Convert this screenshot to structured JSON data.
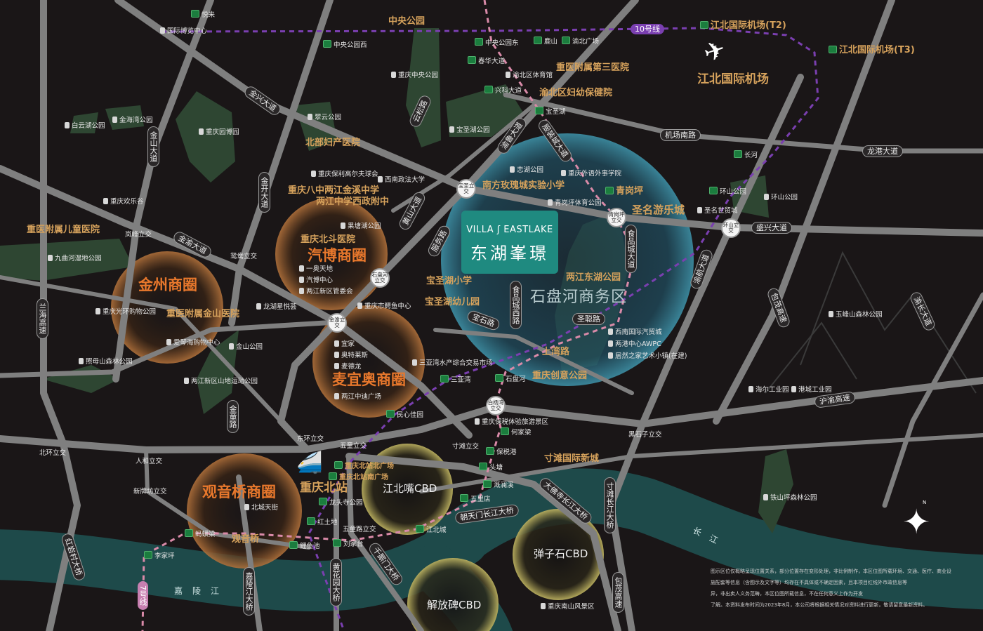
{
  "project": {
    "brand_left": "VILLA",
    "brand_right": "EASTLAKE",
    "name": "东湖峯璟"
  },
  "metro_lines": {
    "line10": "10号线",
    "line7": "7号线"
  },
  "business_circles": [
    "金州商圈",
    "汽博商圈",
    "麦宜奥商圈",
    "观音桥商圈"
  ],
  "cbd": [
    "江北嘴CBD",
    "弹子石CBD",
    "解放碑CBD"
  ],
  "business_district": "石盘河商务区",
  "landmarks": [
    "中央公园",
    "重医附属第三医院",
    "渝北区妇幼保健院",
    "北部妇产医院",
    "重庆八中两江金溪中学",
    "两江中学西政附中",
    "南方玫瑰城实验小学",
    "青岗坪",
    "圣名游乐城",
    "江北国际机场",
    "江北国际机场(T2)",
    "江北国际机场(T3)",
    "重医附属儿童医院",
    "重庆北斗医院",
    "宝圣湖小学",
    "宝圣湖幼儿园",
    "两江东湖公园",
    "重医附属金山医院",
    "上湾路",
    "重庆创意公园",
    "寸滩国际新城",
    "重庆北站",
    "重庆北站北广场",
    "重庆北站南广场",
    "观音桥"
  ],
  "stations": [
    "悦来",
    "中央公园西",
    "中央公园东",
    "鹿山",
    "渝北广场",
    "春华大道",
    "兴科大道",
    "宝圣湖",
    "长河",
    "环山公园",
    "三亚湾",
    "石盘河",
    "民心佳园",
    "何家梁",
    "保税港",
    "头塘",
    "溉澜溪",
    "五里店",
    "江北城",
    "龙头寺公园",
    "红土地",
    "鲤鱼池",
    "刘家台",
    "蚂蟥梁",
    "李家坪"
  ],
  "pois": [
    "国际博览中心",
    "重庆中央公园",
    "渝北区体育馆",
    "宝圣湖公园",
    "翠云公园",
    "白云湖公园",
    "金海湾公园",
    "重庆园博园",
    "重庆保利高尔夫球会",
    "西南政法大学",
    "重庆欢乐谷",
    "恋湖公园",
    "重庆外语外事学院",
    "青岗坪体育公园",
    "圣名世贸城",
    "环山公园",
    "果塘湖公园",
    "九曲河湿地公园",
    "一奥天地",
    "汽博中心",
    "两江新区管委会",
    "重庆市鳄鱼中心",
    "龙湖星悦荟",
    "重庆光环购物公园",
    "爱琴海购物中心",
    "金山公园",
    "照母山森林公园",
    "两江新区山地运动公园",
    "宜家",
    "奥特莱斯",
    "麦德龙",
    "两江中迪广场",
    "三亚湾水产综合交易市场",
    "西南国际汽贸城",
    "两港中心AWPC",
    "居然之家艺术小镇(在建)",
    "玉峰山森林公园",
    "海尔工业园",
    "港城工业园",
    "重庆保税体验旅游景区",
    "北城天街",
    "铁山坪森林公园",
    "重庆南山风景区"
  ],
  "interchange_labels": [
    "岚峰立交",
    "鸳鸯立交",
    "北环立交",
    "人和立交",
    "新牌坊立交",
    "东环立交",
    "五童立交",
    "寸滩立交",
    "五童路立交",
    "黑石子立交"
  ],
  "interchanges": [
    "宝圣立交",
    "青岗坪立交",
    "环山立交",
    "石盘河立交",
    "金渝立交",
    "白杨湾立交"
  ],
  "roads": [
    "金兴大道",
    "金山大道",
    "金开大道",
    "云松路",
    "渝鲁大道",
    "服装城大道",
    "机场南路",
    "龙港大道",
    "金渝大道",
    "兰海高速",
    "黄山大道",
    "服务路",
    "食品城大道",
    "食品城西路",
    "宝石路",
    "圣聪路",
    "盛兴大道",
    "渝航大道",
    "包茂高速",
    "渝长大道",
    "沪渝高速",
    "金童路",
    "红岩村大桥",
    "嘉陵江大桥",
    "黄花园大桥",
    "千厮门大桥",
    "朝天门长江大桥",
    "大佛寺长江大桥",
    "寸滩长江大桥",
    "包茂高速"
  ],
  "rivers": [
    "嘉陵江",
    "长江"
  ],
  "compass": "N",
  "disclaimer": [
    "图示区位仅概略呈现位置关系，部分位置存在变形处理，非比例制作，本区位图所载环境、交通、医疗、商业设",
    "施配套等信息（含图示及文字等）均存在不具体或不确定因素，且本项目红线外市政信息等",
    "异，非出卖人义务范畴，本区位图所载信息，不在任何意义上作为开发",
    "了解。本资料发布时间为2023年8月，本公司将根据相关情况对资料进行更新，敬请留意最新资料。"
  ],
  "colors": {
    "background": "#1a1617",
    "road": "#7f7f7f",
    "river": "#1e4a4a",
    "park": "#2e4632",
    "gold_label": "#d6a25c",
    "circle_label": "#e8782c",
    "metro_station": "#1b7d3e",
    "line10": "#7a3fb0",
    "line_pink": "#d98aa8",
    "project": "#1f8a80"
  }
}
